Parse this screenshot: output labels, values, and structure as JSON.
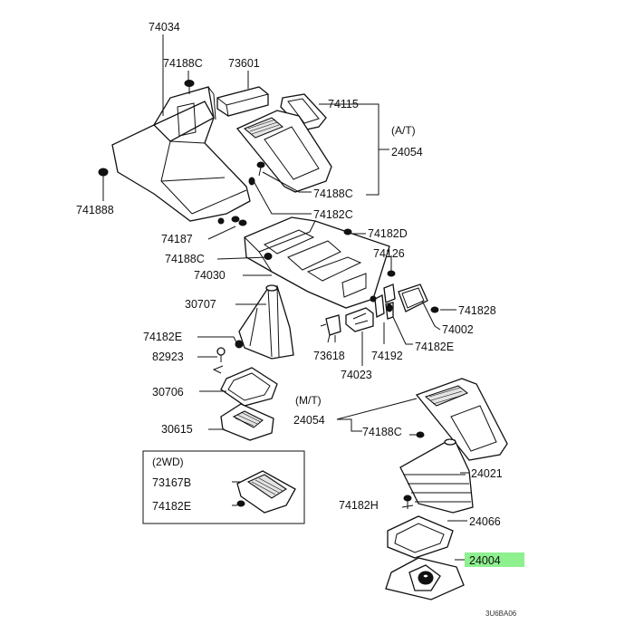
{
  "parts": {
    "p74034": "74034",
    "p74188C_top": "74188C",
    "p73601": "73601",
    "p74115": "74115",
    "p24054_at": "24054",
    "p74188C_mid": "74188C",
    "p74182C": "74182C",
    "p74188B": "741888",
    "p74187": "74187",
    "p74188C_low": "74188C",
    "p74030": "74030",
    "p74182D": "74182D",
    "p74126": "74126",
    "p74182B": "741828",
    "p74002": "74002",
    "p74182E_right": "74182E",
    "p30707": "30707",
    "p74182E_left": "74182E",
    "p82923": "82923",
    "p73618": "73618",
    "p74192": "74192",
    "p74023": "74023",
    "p30706": "30706",
    "p30615": "30615",
    "p24054_mt": "24054",
    "p74188C_mt": "74188C",
    "p24021": "24021",
    "p73167B": "73167B",
    "p74182E_2wd": "74182E",
    "p74182H": "74182H",
    "p24066": "24066",
    "p24004": "24004"
  },
  "notes": {
    "at": "(A/T)",
    "mt": "(M/T)",
    "twowd": "(2WD)"
  },
  "diagram_code": "3U6BA06",
  "highlight_color": "#8ef08e"
}
